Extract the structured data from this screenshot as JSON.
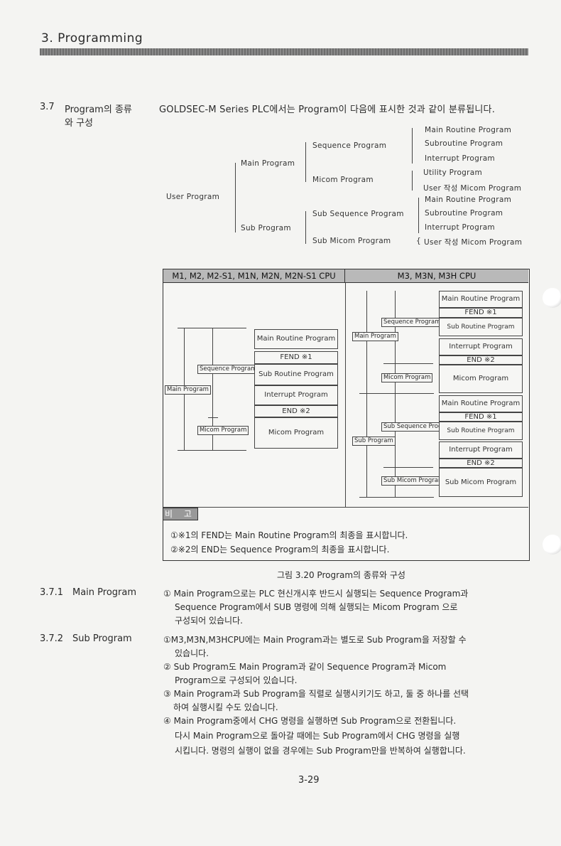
{
  "chapter_title": "3. Programming",
  "section": {
    "number": "3.7",
    "title_line1": "Program의 종류",
    "title_line2": "와 구성",
    "intro": "GOLDSEC-M Series PLC에서는 Program이 다음에 표시한 것과 같이 분류됩니다."
  },
  "tree": {
    "root": "User Program",
    "main": "Main Program",
    "sub": "Sub Program",
    "sequence": "Sequence Program",
    "micom": "Micom Program",
    "sub_sequence": "Sub Sequence Program",
    "sub_micom": "Sub Micom Program",
    "seq_items": [
      "Main Routine Program",
      "Subroutine Program",
      "Interrupt Program"
    ],
    "micom_items": [
      "Utility Program",
      "User 작성 Micom Program"
    ],
    "subseq_items": [
      "Main Routine Program",
      "Subroutine Program",
      "Interrupt Program"
    ],
    "submicom_items": [
      "User 작성 Micom Program"
    ]
  },
  "figure": {
    "left_header": "M1, M2, M2-S1, M1N, M2N, M2N-S1 CPU",
    "right_header": "M3, M3N, M3H CPU",
    "left_labels": {
      "sequence": "Sequence Program",
      "main": "Main Program",
      "micom": "Micom Program"
    },
    "left_rows": [
      "Main Routine Program",
      "FEND ※1",
      "Sub Routine Program",
      "Interrupt Program",
      "END ※2",
      "Micom Program"
    ],
    "right_labels": {
      "sequence": "Sequence Program",
      "main": "Main Program",
      "micom": "Micom Program",
      "sub_sequence": "Sub Sequence Program",
      "sub": "Sub Program",
      "sub_micom": "Sub Micom Program"
    },
    "right_rows_main": [
      "Main Routine Program",
      "FEND ※1",
      "Sub Routine Program",
      "Interrupt Program",
      "END ※2",
      "Micom Program"
    ],
    "right_rows_sub": [
      "Main Routine Program",
      "FEND ※1",
      "Sub Routine Program",
      "Interrupt Program",
      "END ※2",
      "Sub Micom Program"
    ],
    "note_tag": "비 고",
    "note1": "①※1의 FEND는 Main Routine Program의 최종을 표시합니다.",
    "note2": "②※2의 END는 Sequence Program의 최종을 표시합니다.",
    "caption": "그림 3.20   Program의 종류와 구성"
  },
  "sub371": {
    "number": "3.7.1",
    "title": "Main Program",
    "line1": "① Main Program으로는 PLC 현신개시후 반드시 실행되는 Sequence Program과",
    "line2": "Sequence Program에서 SUB 명령에 의해 실행되는 Micom Program 으로",
    "line3": "구성되어 있습니다."
  },
  "sub372": {
    "number": "3.7.2",
    "title": "Sub Program",
    "lines": [
      "①M3,M3N,M3HCPU에는 Main Program과는 별도로 Sub Program을 저장할 수",
      "있습니다.",
      "② Sub Program도 Main Program과 같이 Sequence Program과 Micom",
      "Program으로 구성되어 있습니다.",
      "③ Main Program과 Sub Program을 직렬로 실행시키기도 하고, 둘 중 하나를 선택",
      "하여 실행시킬 수도 있습니다.",
      "④ Main Program중에서 CHG 명령을 실행하면 Sub Program으로 전환됩니다.",
      "다시 Main Program으로 돌아갈 때에는 Sub Program에서 CHG 명령을 실행",
      "시킵니다. 명령의 실행이 없을 경우에는 Sub Program만을 반복하여 실행합니다."
    ]
  },
  "page_number": "3-29"
}
